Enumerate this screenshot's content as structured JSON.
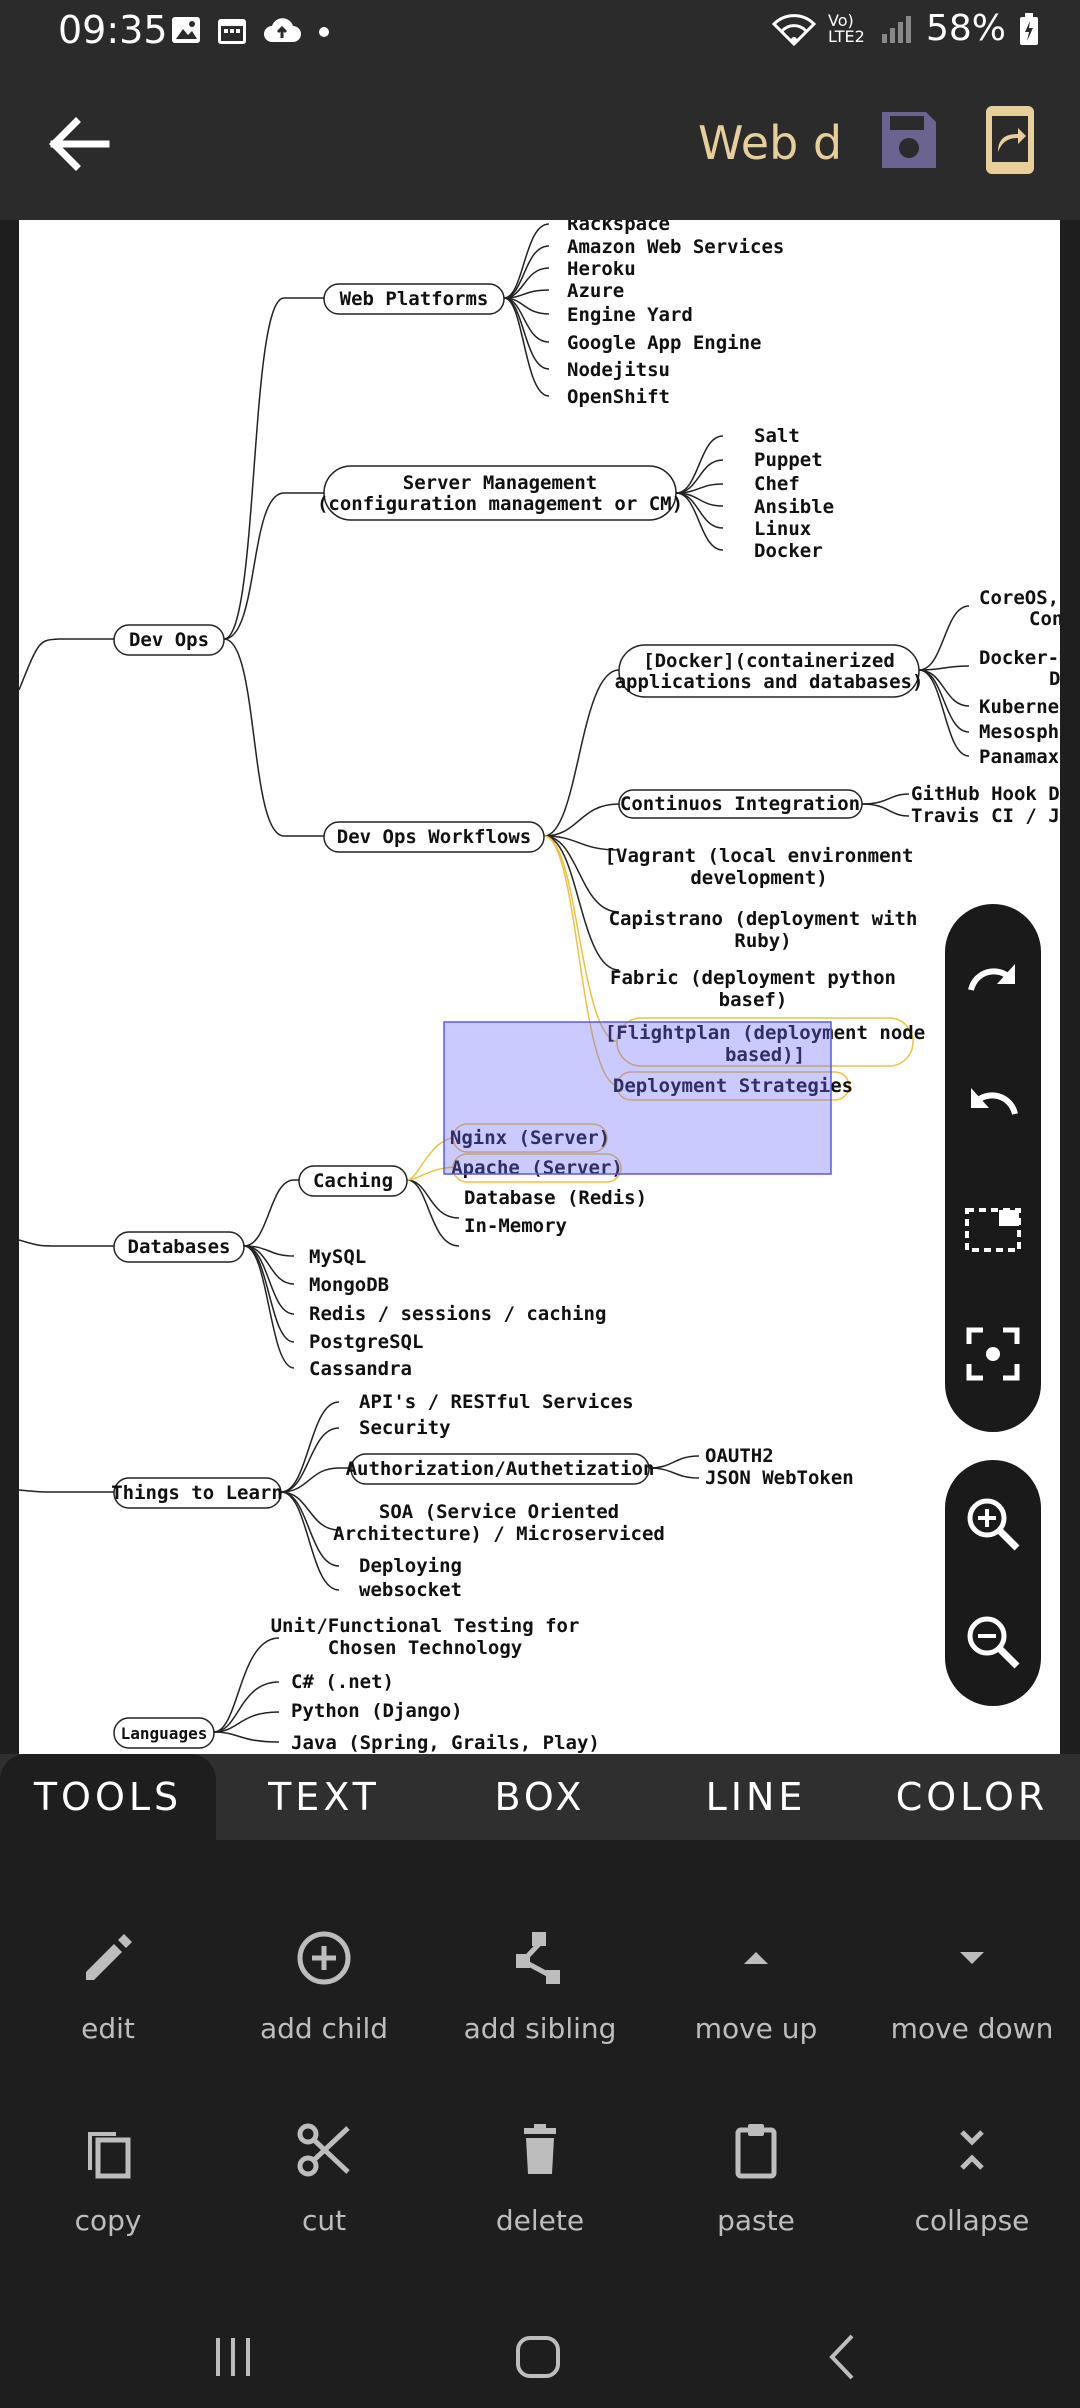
{
  "status": {
    "time": "09:35",
    "battery": "58%",
    "network": "Vo) LTE2"
  },
  "appbar": {
    "title": "Web d",
    "accent": "#e6cf9a"
  },
  "mindmap": {
    "web_platforms": "Web Platforms",
    "wp_children": [
      "Rackspace",
      "Amazon Web Services",
      "Heroku",
      "Azure",
      "Engine Yard",
      "Google App Engine",
      "Nodejitsu",
      "OpenShift"
    ],
    "server_mgmt_1": "Server Management",
    "server_mgmt_2": "(configuration management or CM)",
    "sm_children": [
      "Salt",
      "Puppet",
      "Chef",
      "Ansible",
      "Linux",
      "Docker"
    ],
    "dev_ops": "Dev Ops",
    "docker_1": "[Docker](containerized",
    "docker_2": "applications and databases)",
    "docker_children": [
      "CoreOS,",
      "Con",
      "Docker-M",
      "D",
      "Kubernet",
      "Mesosph",
      "Panamax"
    ],
    "dev_ops_workflows": "Dev Ops  Workflows",
    "ci": "Continuos Integration",
    "ci_children": [
      "GitHub Hook Dep",
      "Travis CI / Jenk"
    ],
    "vagrant_1": "[Vagrant (local environment",
    "vagrant_2": "development)",
    "capistrano_1": "Capistrano (deployment with",
    "capistrano_2": "Ruby)",
    "fabric_1": "Fabric (deployment python",
    "fabric_2": "basef)",
    "flightplan_1": "[Flightplan (deployment node",
    "flightplan_2": "based)]",
    "deployment_strategies": "Deployment Strategies",
    "caching": "Caching",
    "nginx": "Nginx (Server)",
    "apache": "Apache (Server)",
    "db_redis": "Database (Redis)",
    "in_memory": "In-Memory",
    "databases": "Databases",
    "db_children": [
      "MySQL",
      "MongoDB",
      "Redis / sessions / caching",
      "PostgreSQL",
      "Cassandra"
    ],
    "things_to_learn": "Things to Learn",
    "api": "API's / RESTful Services",
    "security": "Security",
    "auth": "Authorization/Authetization",
    "oauth": "OAUTH2",
    "jwt": "JSON WebToken",
    "soa_1": "SOA (Service Oriented",
    "soa_2": "Architecture) / Microserviced",
    "deploying": "Deploying",
    "websocket": "websocket",
    "unit_1": "Unit/Functional Testing for",
    "unit_2": "Chosen Technology",
    "csharp": "C# (.net)",
    "python": "Python (Django)",
    "java": "Java (Spring, Grails, Play)",
    "languages": "Languages"
  },
  "tabs": [
    "TOOLS",
    "TEXT",
    "BOX",
    "LINE",
    "COLOR"
  ],
  "tools": {
    "row1": [
      "edit",
      "add child",
      "add sibling",
      "move up",
      "move down"
    ],
    "row2": [
      "copy",
      "cut",
      "delete",
      "paste",
      "collapse"
    ]
  },
  "colors": {
    "selection": "#9999ff",
    "highlight": "#f0c040"
  }
}
